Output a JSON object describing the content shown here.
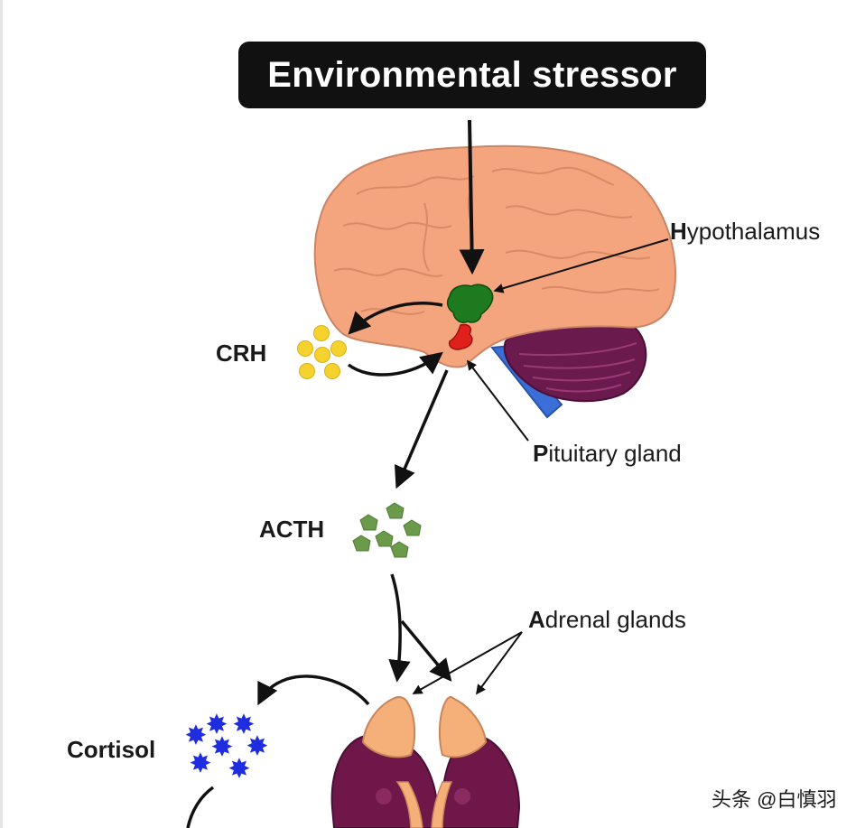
{
  "title": "Environmental stressor",
  "labels": {
    "hypothalamus": {
      "first": "H",
      "rest": "ypothalamus"
    },
    "pituitary": {
      "first": "P",
      "rest": "ituitary gland"
    },
    "adrenal": {
      "first": "A",
      "rest": "drenal glands"
    }
  },
  "hormones": {
    "crh": "CRH",
    "acth": "ACTH",
    "cortisol": "Cortisol"
  },
  "colors": {
    "brain": "#f4a57e",
    "cerebellum": "#6b1a4e",
    "brainstem": "#3a6fd8",
    "hypothalamus": "#1e7a1e",
    "pituitary": "#e0201a",
    "crh": "#f5d22e",
    "acth": "#6a9a4a",
    "cortisol": "#1f2de0",
    "adrenal_cap": "#f5b07a",
    "kidney": "#6e1748"
  },
  "watermark": "头条 @白慎羽"
}
